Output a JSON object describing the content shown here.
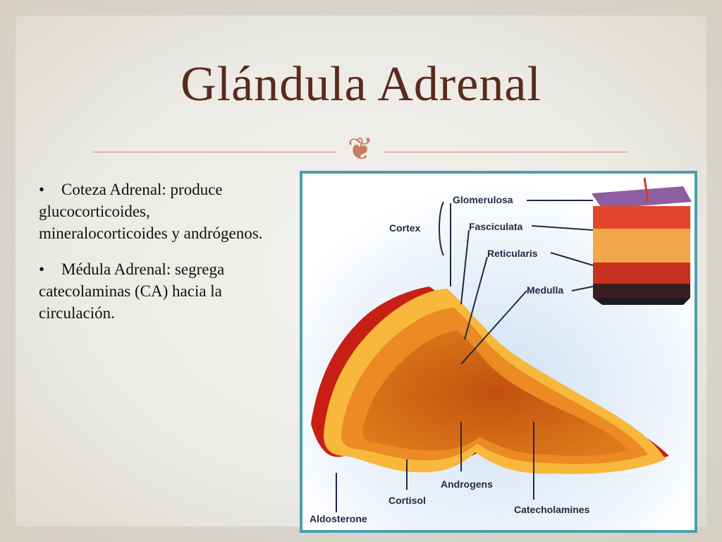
{
  "slide": {
    "title": "Glándula Adrenal",
    "ornament_icon": "scroll-ornament-icon",
    "accent_color": "#5a2a1c",
    "frame_color": "#4e9fae"
  },
  "bullets": [
    {
      "marker": "•",
      "text": "Coteza Adrenal: produce glucocorticoides, mineralocorticoides y andrógenos."
    },
    {
      "marker": "•",
      "text": "Médula Adrenal: segrega catecolaminas (CA) hacia la circulación."
    }
  ],
  "diagram": {
    "labels": {
      "cortex": "Cortex",
      "glomerulosa": "Glomerulosa",
      "fasciculata": "Fasciculata",
      "reticularis": "Reticularis",
      "medulla": "Medulla",
      "aldosterone": "Aldosterone",
      "cortisol": "Cortisol",
      "androgens": "Androgens",
      "catecholamines": "Catecholamines"
    }
  }
}
